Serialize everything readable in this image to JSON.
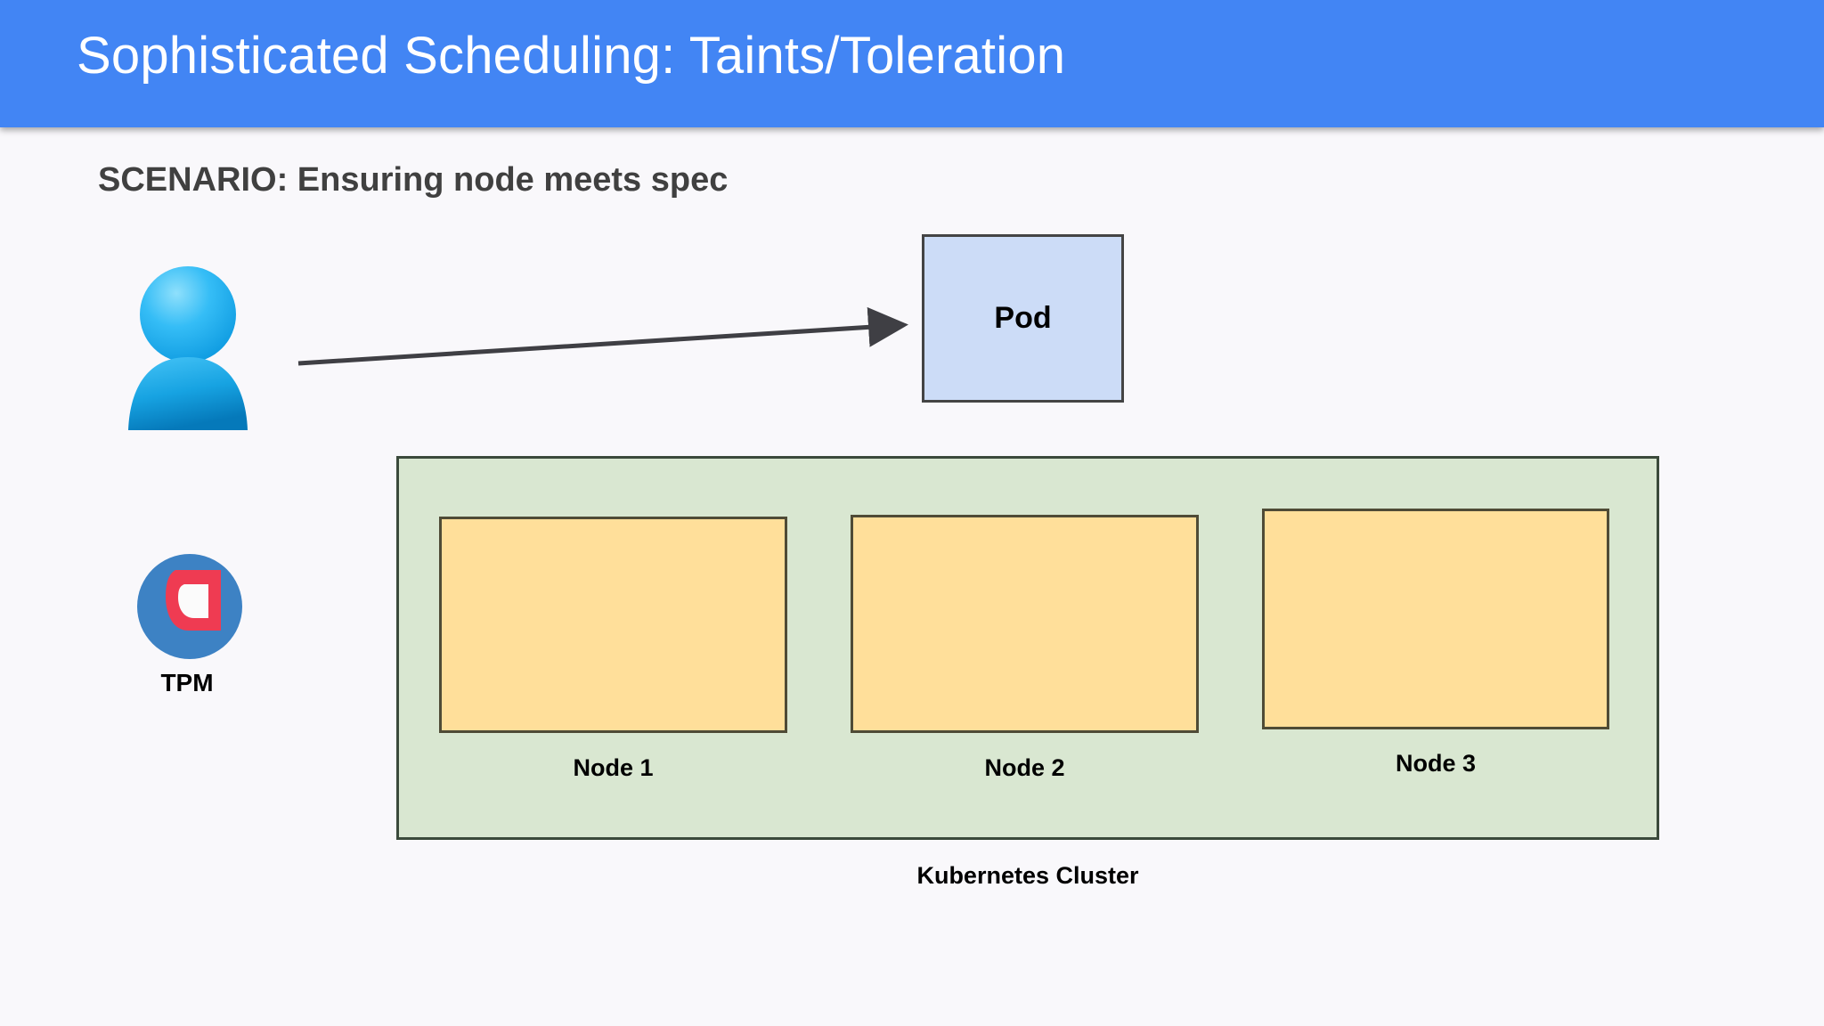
{
  "slide": {
    "title": "Sophisticated Scheduling: Taints/Toleration",
    "scenario": "SCENARIO: Ensuring node meets spec"
  },
  "colors": {
    "banner": "#4285f4",
    "banner_text": "#ffffff",
    "background": "#f9f8fb",
    "scenario_text": "#404040",
    "pod_fill": "#ccdcf7",
    "pod_border": "#444444",
    "cluster_fill": "#d9e7d1",
    "cluster_border": "#3b4a3b",
    "node_fill": "#ffdf9a",
    "node_border": "#4f4b36",
    "arrow": "#3f3f44",
    "avatar_blue_light": "#4fc3f7",
    "avatar_blue_dark": "#0c86c9",
    "tpm_blue": "#3d82c4",
    "tpm_red": "#ef3b52",
    "tpm_white": "#fdfdfd"
  },
  "actors": {
    "user": {
      "icon": "user-avatar-icon",
      "label": ""
    },
    "tpm": {
      "icon": "tpm-module-icon",
      "label": "TPM"
    }
  },
  "arrow": {
    "name": "user-to-pod-arrow",
    "from": "user-avatar",
    "to": "pod-box"
  },
  "pod": {
    "label": "Pod"
  },
  "cluster": {
    "caption": "Kubernetes Cluster",
    "nodes": [
      {
        "label": "Node 1"
      },
      {
        "label": "Node 2"
      },
      {
        "label": "Node 3"
      }
    ]
  }
}
